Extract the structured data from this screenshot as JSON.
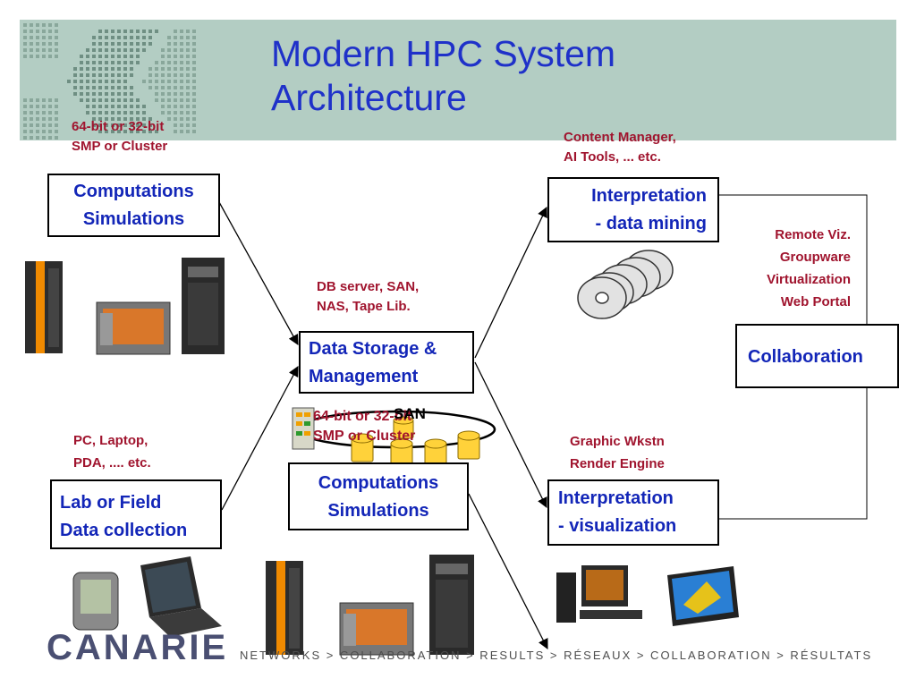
{
  "title": "Modern HPC System\nArchitecture",
  "notes": {
    "top_left": "64-bit or 32-bit\nSMP or Cluster",
    "content_manager": "Content Manager,\nAI Tools, ... etc.",
    "db_server": "DB server, SAN,\nNAS, Tape Lib.",
    "remote_viz": "Remote Viz.\nGroupware\nVirtualization\nWeb Portal",
    "pc_laptop": "PC, Laptop,\nPDA, .... etc.",
    "graphic_wkstn": "Graphic Wkstn\nRender Engine",
    "mid_cluster": "64-bit or 32-bit\nSMP or Cluster",
    "san_label": "SAN"
  },
  "boxes": {
    "comp_top": "Computations\nSimulations",
    "interp_mining": "Interpretation\n- data mining",
    "storage": "Data Storage &\nManagement",
    "collaboration": "Collaboration",
    "lab_field": "Lab or Field\nData collection",
    "comp_bottom": "Computations\nSimulations",
    "interp_viz": "Interpretation\n-  visualization"
  },
  "footer": {
    "logo": "CANARIE",
    "tagline": "NETWORKS > COLLABORATION > RESULTS > RÉSEAUX > COLLABORATION > RÉSULTATS"
  },
  "colors": {
    "header": "#b3cdc3",
    "title": "#1f31c9",
    "box_text": "#1326b8",
    "note_text": "#a0142e"
  }
}
